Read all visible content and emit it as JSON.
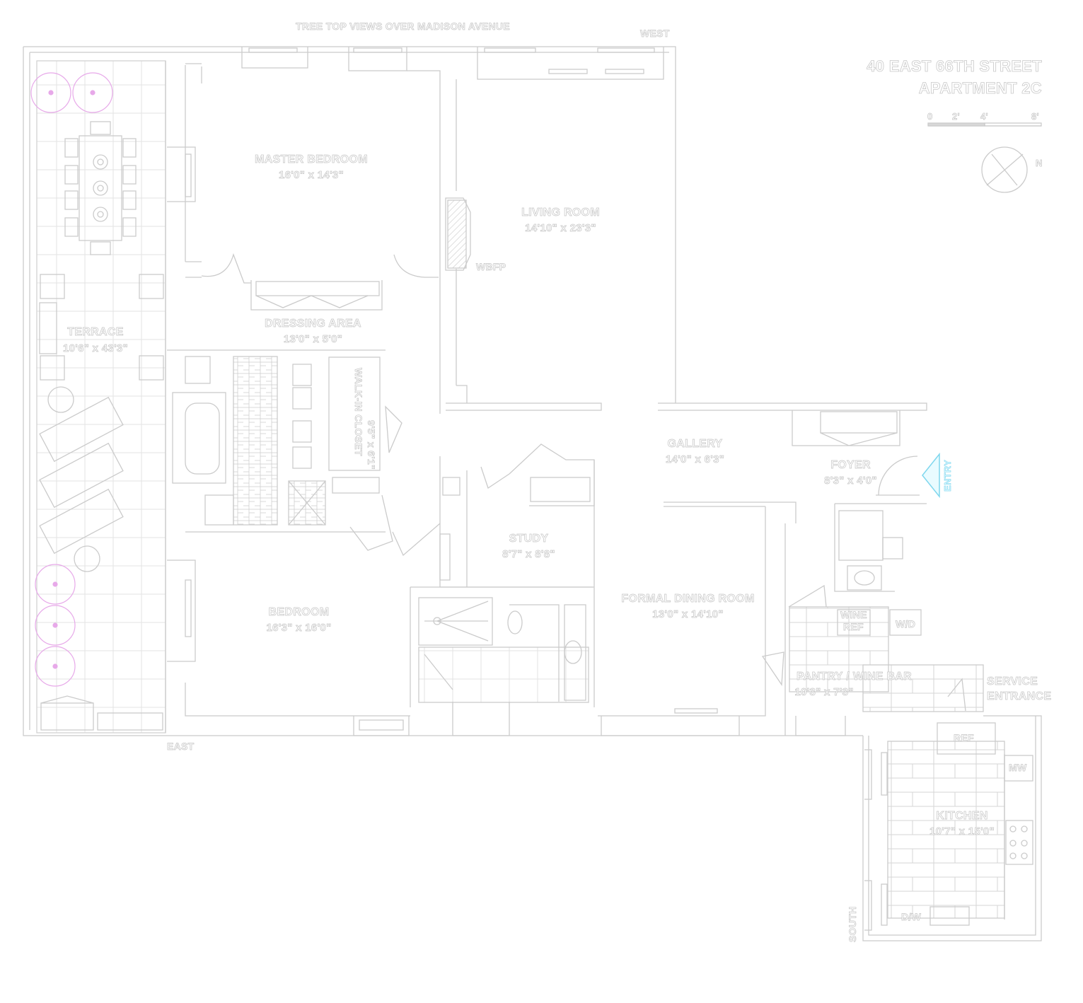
{
  "header": {
    "views_label": "TREE TOP VIEWS OVER MADISON AVENUE",
    "address_line1": "40 EAST 66TH STREET",
    "address_line2": "APARTMENT 2C"
  },
  "orientation": {
    "west": "WEST",
    "east": "EAST",
    "south": "SOUTH",
    "north_symbol": "N"
  },
  "scale_bar": {
    "ticks": [
      "0",
      "2'",
      "4'",
      "8'"
    ]
  },
  "rooms": {
    "master_bedroom": {
      "name": "MASTER BEDROOM",
      "dims": "16'0\" x 14'3\""
    },
    "living_room": {
      "name": "LIVING ROOM",
      "dims": "14'10\" x 23'3\""
    },
    "wbfp": {
      "name": "WBFP"
    },
    "dressing_area": {
      "name": "DRESSING AREA",
      "dims": "13'0\" x 5'0\""
    },
    "terrace": {
      "name": "TERRACE",
      "dims": "10'6\" x 43'3\""
    },
    "walk_in_closet": {
      "name": "WALK-IN CLOSET",
      "dims": "9'5\" x 6'1\""
    },
    "gallery": {
      "name": "GALLERY",
      "dims": "14'0\" x 6'3\""
    },
    "foyer": {
      "name": "FOYER",
      "dims": "8'3\" x 4'0\""
    },
    "entry": {
      "name": "ENTRY"
    },
    "study": {
      "name": "STUDY",
      "dims": "8'7\" x 8'8\""
    },
    "bedroom": {
      "name": "BEDROOM",
      "dims": "16'3\" x 16'0\""
    },
    "formal_dining_room": {
      "name": "FORMAL DINING ROOM",
      "dims": "13'0\" x 14'10\""
    },
    "pantry_wine_bar": {
      "name": "PANTRY / WINE BAR",
      "dims": "10'3\" x 7'3\""
    },
    "wine_ref": {
      "line1": "WINE",
      "line2": "REF"
    },
    "wd": {
      "name": "W/D"
    },
    "service_entrance": {
      "line1": "SERVICE",
      "line2": "ENTRANCE"
    },
    "ref": {
      "name": "REF"
    },
    "mw": {
      "name": "MW"
    },
    "kitchen": {
      "name": "KITCHEN",
      "dims": "10'7\" x 15'0\""
    },
    "dw": {
      "name": "D/W"
    }
  },
  "colors": {
    "wall_line": "#c9c9c9",
    "text_outline": "#c4c4c4",
    "entry_accent": "#7fd7ee",
    "planter_accent": "#e7a9e9"
  }
}
